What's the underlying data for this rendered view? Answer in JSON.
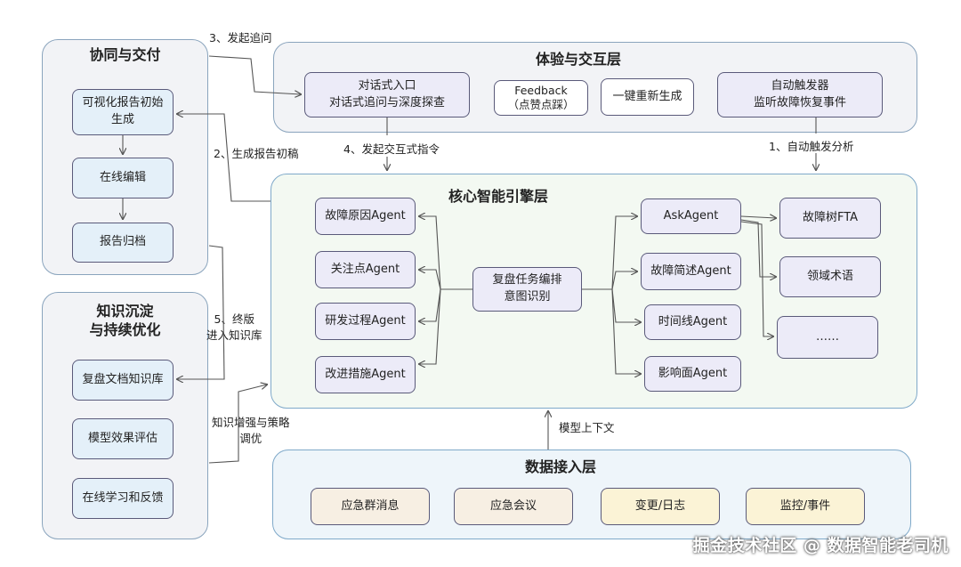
{
  "collab": {
    "title": "协同与交付",
    "items": [
      "可视化报告初始\n生成",
      "在线编辑",
      "报告归档"
    ]
  },
  "knowledge": {
    "title": "知识沉淀\n与持续优化",
    "items": [
      "复盘文档知识库",
      "模型效果评估",
      "在线学习和反馈"
    ]
  },
  "experience": {
    "title": "体验与交互层",
    "dialog": "对话式入口\n对话式追问与深度探查",
    "feedback": "Feedback\n（点赞点踩）",
    "regen": "一键重新生成",
    "trigger": "自动触发器\n监听故障恢复事件"
  },
  "core": {
    "title": "核心智能引擎层",
    "left_agents": [
      "故障原因Agent",
      "关注点Agent",
      "研发过程Agent",
      "改进措施Agent"
    ],
    "center": "复盘任务编排\n意图识别",
    "right_agents": [
      "AskAgent",
      "故障简述Agent",
      "时间线Agent",
      "影响面Agent"
    ],
    "tools": [
      "故障树FTA",
      "领域术语",
      "……"
    ]
  },
  "data_layer": {
    "title": "数据接入层",
    "sources": [
      "应急群消息",
      "应急会议",
      "变更/日志",
      "监控/事件"
    ]
  },
  "flows": {
    "step1": "1、自动触发分析",
    "step2": "2、生成报告初稿",
    "step3": "3、发起追问",
    "step4": "4、发起交互式指令",
    "step5": "5、终版\n进入知识库",
    "enhance": "知识增强与策略\n调优",
    "context": "模型上下文"
  },
  "watermark": "掘金技术社区 @ 数据智能老司机"
}
